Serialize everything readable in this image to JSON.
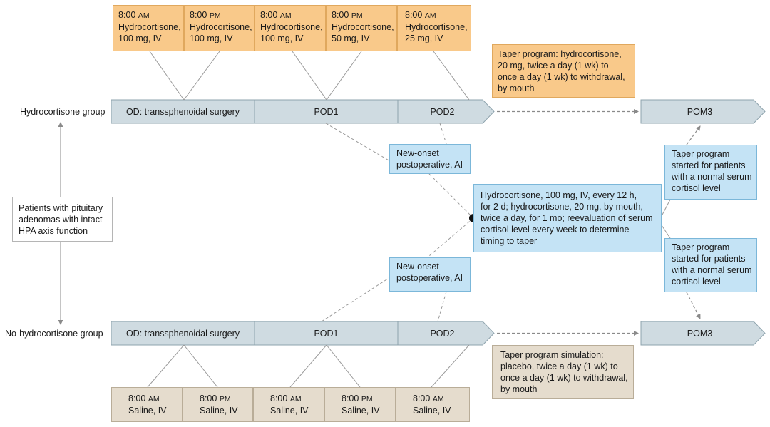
{
  "groups": {
    "hydrocortisone": "Hydrocortisone group",
    "no_hydrocortisone": "No-hydrocortisone group"
  },
  "timeline": {
    "od": "OD: transsphenoidal surgery",
    "pod1": "POD1",
    "pod2": "POD2",
    "pom3": "POM3"
  },
  "hydrocortisone_doses": [
    {
      "time": "8:00",
      "period": "AM",
      "drug": "Hydrocortisone,",
      "dose": "100 mg, IV"
    },
    {
      "time": "8:00",
      "period": "PM",
      "drug": "Hydrocortisone,",
      "dose": "100 mg, IV"
    },
    {
      "time": "8:00",
      "period": "AM",
      "drug": "Hydrocortisone,",
      "dose": "100 mg, IV"
    },
    {
      "time": "8:00",
      "period": "PM",
      "drug": "Hydrocortisone,",
      "dose": "50 mg, IV"
    },
    {
      "time": "8:00",
      "period": "AM",
      "drug": "Hydrocortisone,",
      "dose": "25 mg, IV"
    }
  ],
  "saline_doses": [
    {
      "time": "8:00",
      "period": "AM",
      "drug": "Saline, IV"
    },
    {
      "time": "8:00",
      "period": "PM",
      "drug": "Saline, IV"
    },
    {
      "time": "8:00",
      "period": "AM",
      "drug": "Saline, IV"
    },
    {
      "time": "8:00",
      "period": "PM",
      "drug": "Saline, IV"
    },
    {
      "time": "8:00",
      "period": "AM",
      "drug": "Saline, IV"
    }
  ],
  "notes": {
    "taper_program": [
      "Taper program: hydrocortisone,",
      "20 mg, twice a day (1 wk) to",
      "once a day (1 wk) to withdrawal,",
      "by mouth"
    ],
    "taper_simulation": [
      "Taper program simulation:",
      "placebo, twice a day (1 wk) to",
      "once a day (1 wk) to withdrawal,",
      "by mouth"
    ],
    "new_onset_top": [
      "New-onset",
      "postoperative, AI"
    ],
    "new_onset_bottom": [
      "New-onset",
      "postoperative, AI"
    ],
    "treatment": [
      "Hydrocortisone, 100 mg, IV, every 12 h,",
      "for 2 d; hydrocortisone, 20 mg, by mouth,",
      "twice a day, for 1 mo; reevaluation of serum",
      "cortisol level every week to determine",
      "timing to taper"
    ],
    "taper_started_top": [
      "Taper program",
      "started for patients",
      "with a normal serum",
      "cortisol level"
    ],
    "taper_started_bottom": [
      "Taper program",
      "started for patients",
      "with a normal serum",
      "cortisol level"
    ],
    "patients": [
      "Patients with pituitary",
      "adenomas with intact",
      "HPA axis function"
    ]
  },
  "colors": {
    "timeline_fill": "#cfdbe1",
    "timeline_stroke": "#8ea3ad",
    "dose_fill": "#f9c98a",
    "saline_fill": "#e5dccd",
    "blue_fill": "#c4e3f5",
    "connector": "#9a9a9a"
  }
}
